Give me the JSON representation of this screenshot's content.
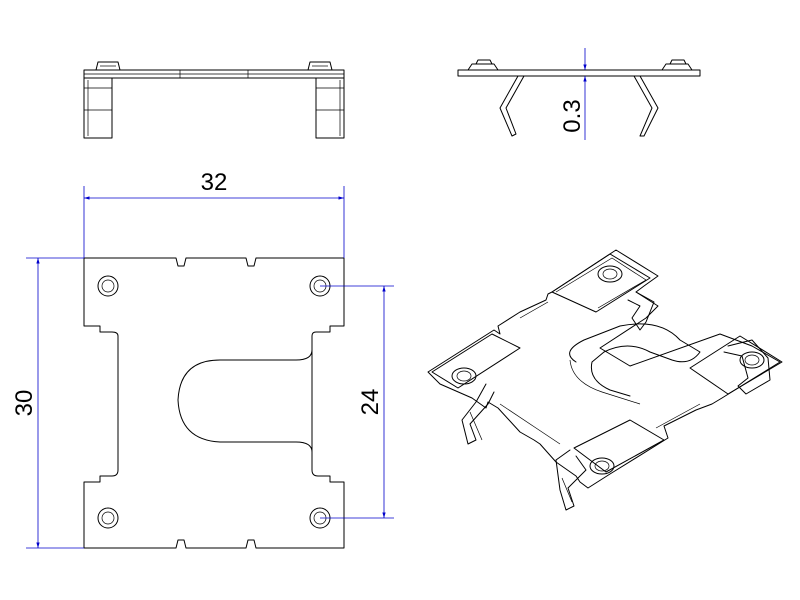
{
  "drawing": {
    "dimensions": {
      "width": "32",
      "height": "30",
      "hole_spacing": "24",
      "thickness": "0.3"
    },
    "dimension_color": "#0000cc",
    "line_color": "#000000"
  }
}
